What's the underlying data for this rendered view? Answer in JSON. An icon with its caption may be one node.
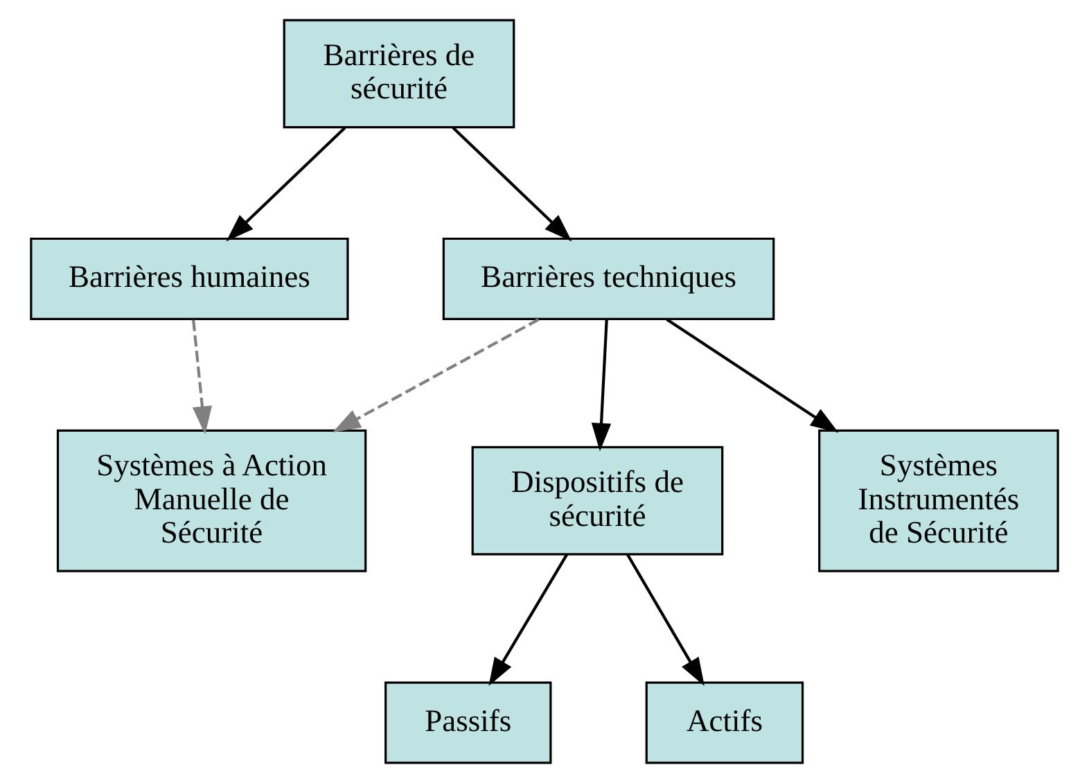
{
  "diagram": {
    "nodes": [
      {
        "text": [
          "Barrières de sécurité"
        ]
      },
      {
        "text": [
          "Barrières humaines"
        ]
      },
      {
        "text": [
          "Barrières techniques"
        ]
      },
      {
        "text": [
          "Systèmes à Action Manuelle de Sécurité"
        ]
      },
      {
        "text": [
          "Dispositifs de sécurité"
        ]
      },
      {
        "text": [
          "Systèmes Instrumentés de Sécurité"
        ]
      },
      {
        "text": [
          "Passifs"
        ]
      },
      {
        "text": [
          "Actifs"
        ]
      }
    ],
    "edges": [
      {
        "from": 0,
        "to": 1,
        "arrow": "to"
      },
      {
        "from": 0,
        "to": 2,
        "arrow": "to"
      },
      {
        "from": 1,
        "to": 3,
        "arrow": "to",
        "style": "dashed",
        "color": "#808080"
      },
      {
        "from": 2,
        "to": 3,
        "arrow": "to",
        "style": "dashed",
        "color": "#808080"
      },
      {
        "from": 2,
        "to": 4,
        "arrow": "to"
      },
      {
        "from": 2,
        "to": 5,
        "arrow": "to"
      },
      {
        "from": 4,
        "to": 6,
        "arrow": "to"
      },
      {
        "from": 4,
        "to": 7,
        "arrow": "to"
      }
    ]
  }
}
